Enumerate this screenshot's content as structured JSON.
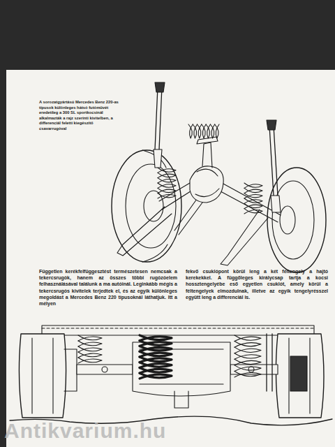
{
  "diagram": {
    "caption": "A sorozatgyártású Mercedes Benz 220-as típusok különleges hátsó futóművét eredetileg a 300 SL sportkocsinál alkalmazták a rajz szerinti kivitelben, a differenciál feletti kiegészítő csavarrugóval",
    "labels": [
      "Független kerékfelfüggesztést természetesen nemcsak a tekercsrugók, hanem az összes többi rugózóelem felhasználásával találunk a ma autóinál. Leginkább mégis a tekercsrugós kivitelek terjedtek el, és az egyik különleges megoldást a Mercedes Benz 220 típusoknál láthatjuk. Itt a mélyen",
      "fekvő csuklópont körül leng a két féltengely a hajtó kerekekkel. A függőleges királycsap tartja a kocsi hossztengelyébe eső egyetlen csuklót, amely körül a féltengelyek elmozdulnak, illetve az egyik tengelyrésszel együtt leng a differenciál is.",
      "Antikvarium.hu"
    ]
  }
}
